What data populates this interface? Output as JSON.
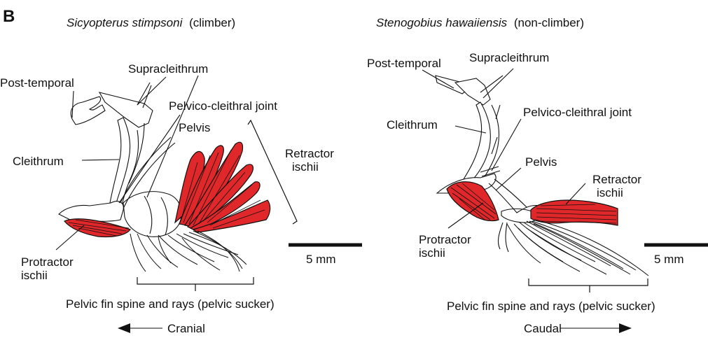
{
  "panel_label": "B",
  "left": {
    "species_name": "Sicyopterus stimpsoni",
    "species_note": "(climber)",
    "labels": {
      "post_temporal": "Post-temporal",
      "supracleithrum": "Supracleithrum",
      "pelvico_cleithral_joint": "Pelvico-cleithral joint",
      "pelvis": "Pelvis",
      "cleithrum": "Cleithrum",
      "retractor_line1": "Retractor",
      "retractor_line2": "ischii",
      "protractor_line1": "Protractor",
      "protractor_line2": "ischii",
      "fin": "Pelvic fin spine and rays (pelvic sucker)"
    },
    "scale_label": "5 mm",
    "direction_label": "Cranial"
  },
  "right": {
    "species_name": "Stenogobius hawaiiensis",
    "species_note": "(non-climber)",
    "labels": {
      "post_temporal": "Post-temporal",
      "supracleithrum": "Supracleithrum",
      "pelvico_cleithral_joint": "Pelvico-cleithral joint",
      "cleithrum": "Cleithrum",
      "pelvis": "Pelvis",
      "retractor_line1": "Retractor",
      "retractor_line2": "ischii",
      "protractor_line1": "Protractor",
      "protractor_line2": "ischii",
      "fin": "Pelvic fin spine and rays (pelvic sucker)"
    },
    "scale_label": "5 mm",
    "direction_label": "Caudal"
  },
  "colors": {
    "muscle": "#e0282a",
    "line": "#111111",
    "background": "#ffffff"
  }
}
